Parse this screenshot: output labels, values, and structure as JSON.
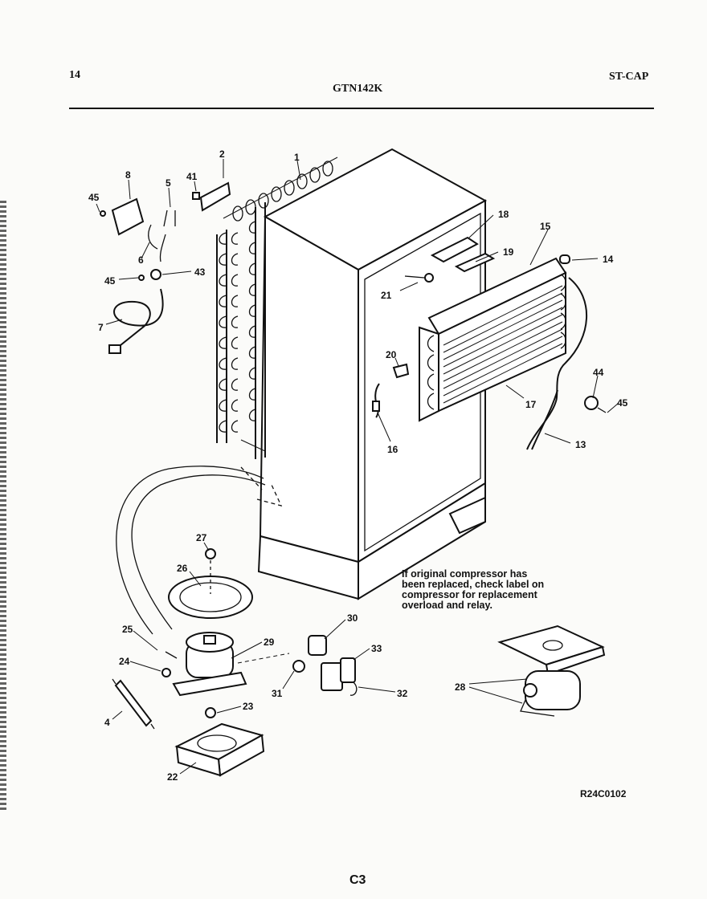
{
  "header": {
    "page_number": "14",
    "model": "GTN142K",
    "section_code": "ST-CAP"
  },
  "part_numbers": {
    "p1": "1",
    "p2": "2",
    "p4": "4",
    "p5": "5",
    "p6": "6",
    "p7": "7",
    "p8": "8",
    "p13": "13",
    "p14": "14",
    "p15": "15",
    "p16": "16",
    "p17": "17",
    "p18": "18",
    "p19": "19",
    "p20": "20",
    "p21": "21",
    "p22": "22",
    "p23": "23",
    "p24": "24",
    "p25": "25",
    "p26": "26",
    "p27": "27",
    "p28": "28",
    "p29": "29",
    "p30": "30",
    "p31": "31",
    "p32": "32",
    "p33": "33",
    "p41": "41",
    "p43": "43",
    "p44": "44",
    "p45": "45"
  },
  "note": {
    "line1": "If original compressor has",
    "line2": "been replaced, check label on",
    "line3": "compressor for replacement",
    "line4": "overload and relay."
  },
  "reference_code": "R24C0102",
  "footer_code": "C3"
}
